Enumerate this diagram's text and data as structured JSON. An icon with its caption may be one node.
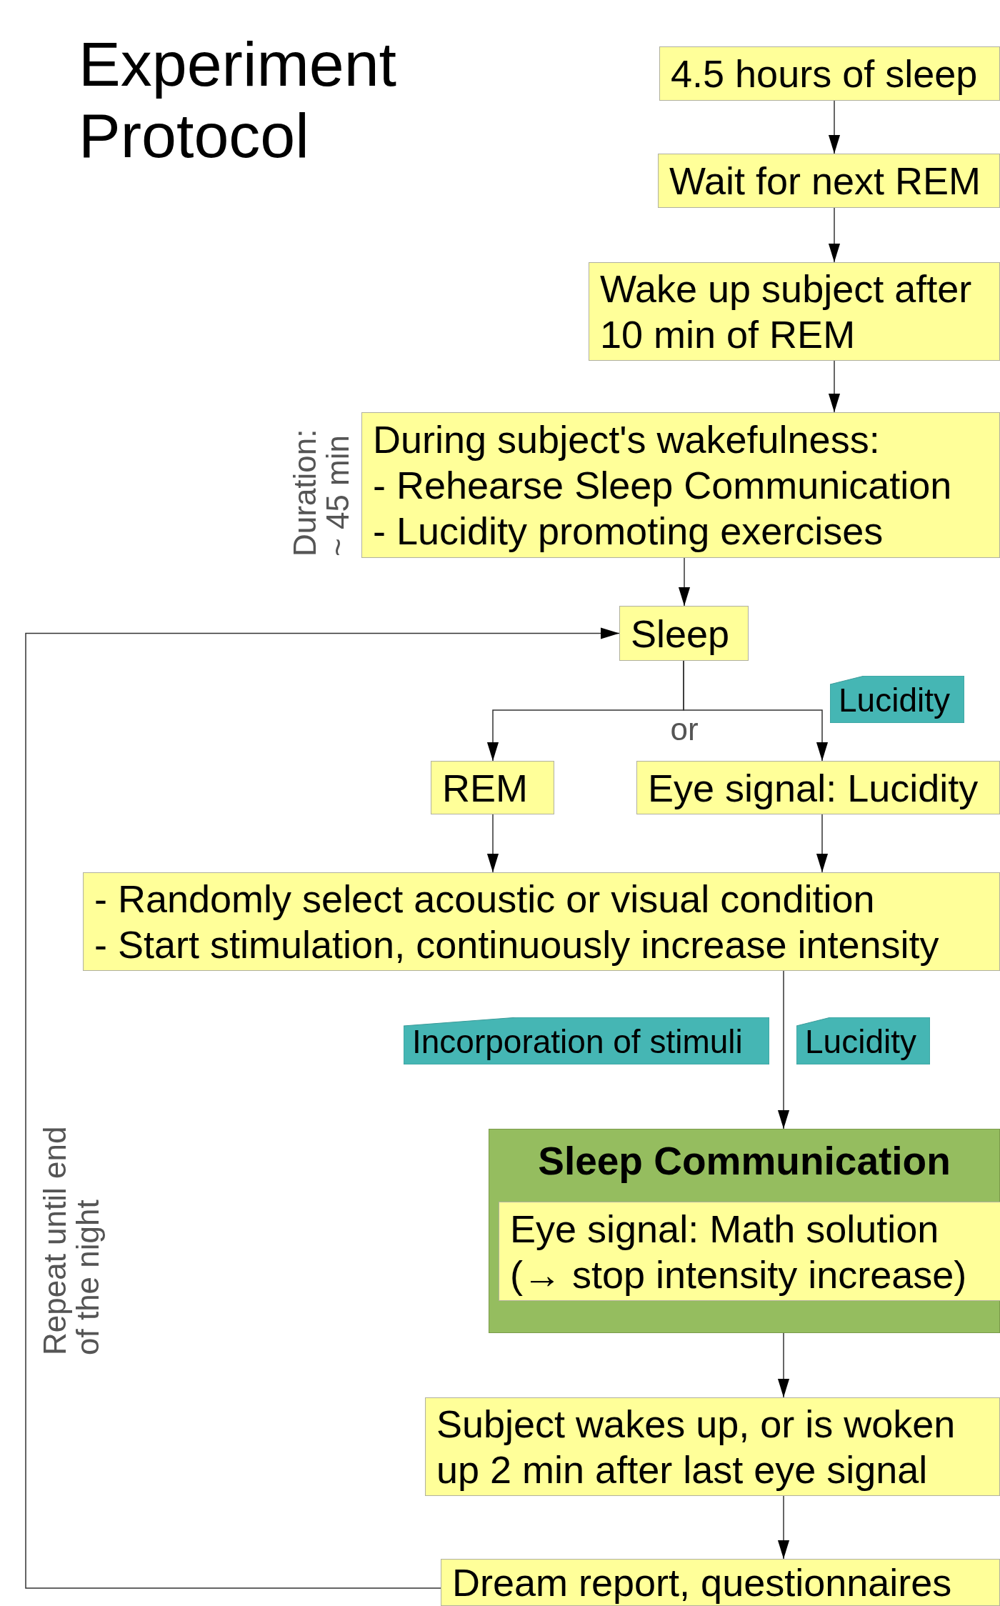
{
  "diagram": {
    "title": "Experiment Protocol",
    "nodes": [
      {
        "text": [
          "4.5 hours of sleep"
        ]
      },
      {
        "text": [
          "Wait for next REM"
        ]
      },
      {
        "text": [
          "Wake up subject after 10 min of REM"
        ]
      },
      {
        "text": [
          "During subject's wakefulness:",
          "- Rehearse Sleep Communication",
          "- Lucidity promoting exercises"
        ],
        "beside": [
          "Duration: ~ 45 min"
        ]
      },
      {
        "text": [
          "Sleep"
        ]
      },
      {
        "text": [
          "Lucidity"
        ]
      },
      {
        "text": [
          "REM"
        ]
      },
      {
        "text": [
          "Eye signal: Lucidity"
        ]
      },
      {
        "text": [
          "- Randomly select acoustic or visual condition",
          "- Start stimulation, continuously increase intensity"
        ]
      },
      {
        "text": [
          "Incorporation of stimuli"
        ]
      },
      {
        "text": [
          "Lucidity"
        ]
      },
      {
        "text": [
          "Sleep Communication"
        ]
      },
      {
        "text": [
          "Eye signal: Math solution (→ stop intensity increase)"
        ],
        "in": 11
      },
      {
        "text": [
          "Subject wakes up, or is woken up 2 min after last eye signal"
        ]
      },
      {
        "text": [
          "Dream report, questionnaires"
        ]
      }
    ],
    "edges": [
      {
        "from": 0,
        "to": 1,
        "arrow": "to"
      },
      {
        "from": 1,
        "to": 2,
        "arrow": "to"
      },
      {
        "from": 2,
        "to": 3,
        "arrow": "to"
      },
      {
        "from": 3,
        "to": 4,
        "arrow": "to"
      },
      {
        "from": 4,
        "to": 6,
        "arrow": "to"
      },
      {
        "from": 4,
        "to": 7,
        "arrow": "to"
      },
      {
        "from": 6,
        "to": 8,
        "arrow": "to"
      },
      {
        "from": 7,
        "to": 8,
        "arrow": "to"
      },
      {
        "from": 8,
        "to": 11,
        "arrow": "to"
      },
      {
        "from": 11,
        "to": 13,
        "arrow": "to"
      },
      {
        "from": 13,
        "to": 14,
        "arrow": "to"
      },
      {
        "from": 14,
        "to": 4,
        "arrow": "to"
      }
    ],
    "labels": [
      "or",
      "Repeat until end of the night"
    ]
  }
}
